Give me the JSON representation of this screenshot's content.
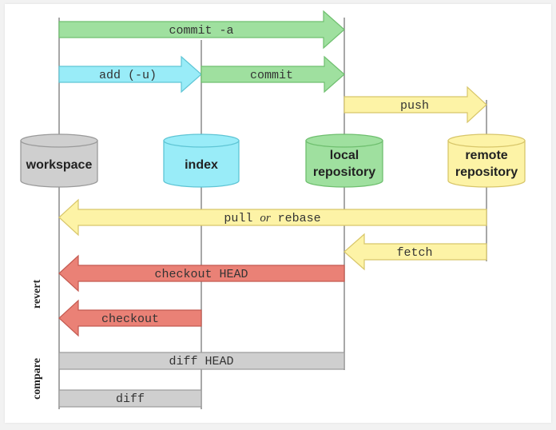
{
  "colors": {
    "green": "#9fe09f",
    "green_stroke": "#6fbf6f",
    "cyan": "#99ecf8",
    "cyan_stroke": "#5fc5d5",
    "yellow": "#fdf3a6",
    "yellow_stroke": "#d8c66a",
    "red": "#ea8176",
    "red_stroke": "#c45a50",
    "gray": "#cfcfcf",
    "gray_stroke": "#9a9a9a"
  },
  "nodes": {
    "workspace": "workspace",
    "index": "index",
    "local_line1": "local",
    "local_line2": "repository",
    "remote_line1": "remote",
    "remote_line2": "repository"
  },
  "arrows": {
    "commit_a": "commit -a",
    "add_u": "add (-u)",
    "commit": "commit",
    "push": "push",
    "pull_part1": "pull ",
    "pull_or": "or",
    "pull_part2": " rebase",
    "fetch": "fetch",
    "checkout_head": "checkout HEAD",
    "checkout": "checkout"
  },
  "bars": {
    "diff_head": "diff HEAD",
    "diff": "diff"
  },
  "side_labels": {
    "revert": "revert",
    "compare": "compare"
  }
}
